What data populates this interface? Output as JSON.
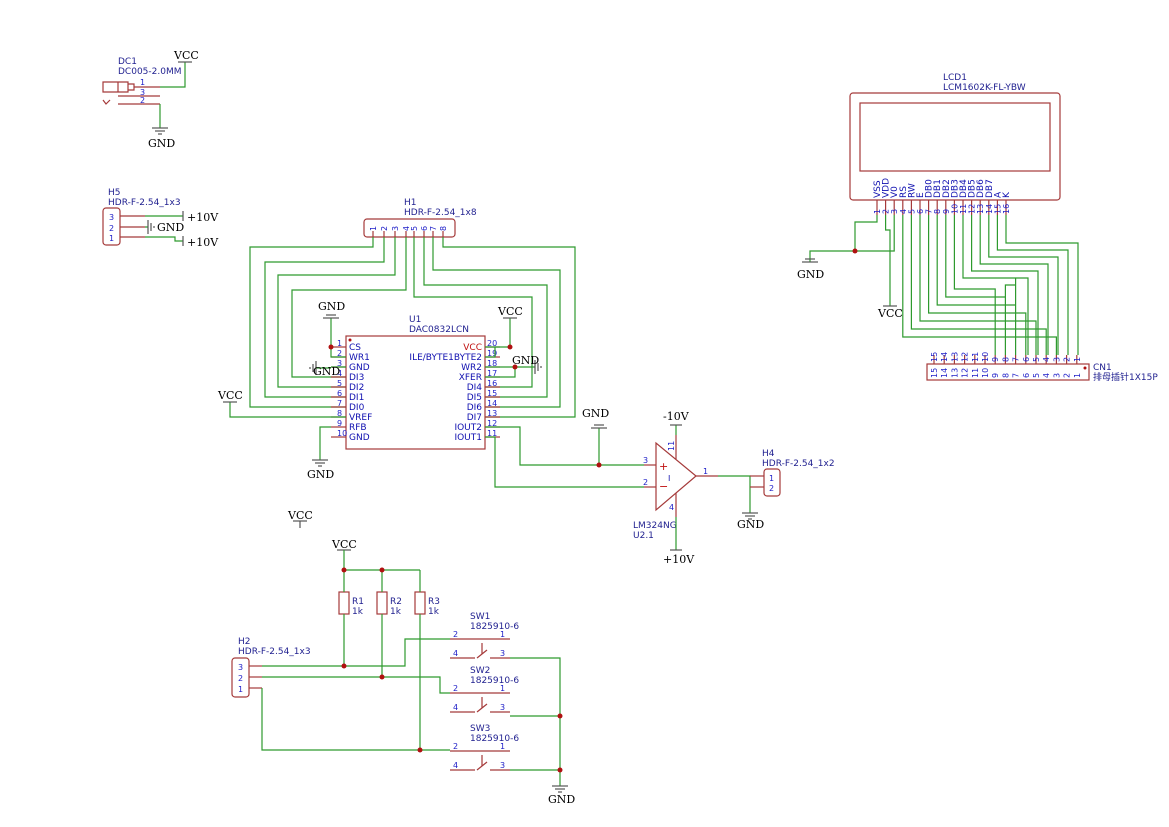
{
  "power": {
    "vcc": "VCC",
    "gnd": "GND",
    "p10v": "+10V",
    "n10v": "-10V"
  },
  "dc1": {
    "ref": "DC1",
    "value": "DC005-2.0MM",
    "pins": [
      "1",
      "3",
      "2"
    ]
  },
  "h5": {
    "ref": "H5",
    "value": "HDR-F-2.54_1x3",
    "pins": [
      "3",
      "2",
      "1"
    ]
  },
  "h1": {
    "ref": "H1",
    "value": "HDR-F-2.54_1x8",
    "pins": [
      "1",
      "2",
      "3",
      "4",
      "5",
      "6",
      "7",
      "8"
    ]
  },
  "u1": {
    "ref": "U1",
    "value": "DAC0832LCN",
    "left_pins": [
      [
        "1",
        "CS"
      ],
      [
        "2",
        "WR1"
      ],
      [
        "3",
        "GND"
      ],
      [
        "4",
        "DI3"
      ],
      [
        "5",
        "DI2"
      ],
      [
        "6",
        "DI1"
      ],
      [
        "7",
        "DI0"
      ],
      [
        "8",
        "VREF"
      ],
      [
        "9",
        "RFB"
      ],
      [
        "10",
        "GND"
      ]
    ],
    "right_pins": [
      [
        "20",
        "VCC"
      ],
      [
        "19",
        "ILE/BYTE1BYTE2"
      ],
      [
        "18",
        "WR2"
      ],
      [
        "17",
        "XFER"
      ],
      [
        "16",
        "DI4"
      ],
      [
        "15",
        "DI5"
      ],
      [
        "14",
        "DI6"
      ],
      [
        "13",
        "DI7"
      ],
      [
        "12",
        "IOUT2"
      ],
      [
        "11",
        "IOUT1"
      ]
    ]
  },
  "lcd1": {
    "ref": "LCD1",
    "value": "LCM1602K-FL-YBW",
    "pins": [
      [
        "1",
        "VSS"
      ],
      [
        "2",
        "VDD"
      ],
      [
        "3",
        "V0"
      ],
      [
        "4",
        "RS"
      ],
      [
        "5",
        "RW"
      ],
      [
        "6",
        "E"
      ],
      [
        "7",
        "DB0"
      ],
      [
        "8",
        "DB1"
      ],
      [
        "9",
        "DB2"
      ],
      [
        "10",
        "DB3"
      ],
      [
        "11",
        "DB4"
      ],
      [
        "12",
        "DB5"
      ],
      [
        "13",
        "DB6"
      ],
      [
        "14",
        "DB7"
      ],
      [
        "15",
        "A"
      ],
      [
        "16",
        "K"
      ]
    ]
  },
  "cn1": {
    "ref": "CN1",
    "value": "排母插针1X15P",
    "top": [
      "15",
      "14",
      "13",
      "12",
      "11",
      "10",
      "9",
      "8",
      "7",
      "6",
      "5",
      "4",
      "3",
      "2",
      "1"
    ],
    "bottom": [
      "15",
      "14",
      "13",
      "12",
      "11",
      "10",
      "9",
      "8",
      "7",
      "6",
      "5",
      "4",
      "3",
      "2",
      "1"
    ]
  },
  "u2": {
    "ref": "U2.1",
    "value": "LM324NG",
    "pin_in_p": "3",
    "pin_in_n": "2",
    "pin_out": "1",
    "pin_vneg": "11",
    "pin_vpos": "4",
    "plus": "+",
    "minus": "−",
    "unit": "I"
  },
  "h4": {
    "ref": "H4",
    "value": "HDR-F-2.54_1x2",
    "pins": [
      "1",
      "2"
    ]
  },
  "h2": {
    "ref": "H2",
    "value": "HDR-F-2.54_1x3",
    "pins": [
      "3",
      "2",
      "1"
    ]
  },
  "resistors": [
    {
      "ref": "R1",
      "value": "1k"
    },
    {
      "ref": "R2",
      "value": "1k"
    },
    {
      "ref": "R3",
      "value": "1k"
    }
  ],
  "switches": [
    {
      "ref": "SW1",
      "value": "1825910-6",
      "pins": [
        "2",
        "1",
        "4",
        "3"
      ]
    },
    {
      "ref": "SW2",
      "value": "1825910-6",
      "pins": [
        "2",
        "1",
        "4",
        "3"
      ]
    },
    {
      "ref": "SW3",
      "value": "1825910-6",
      "pins": [
        "2",
        "1",
        "4",
        "3"
      ]
    }
  ]
}
